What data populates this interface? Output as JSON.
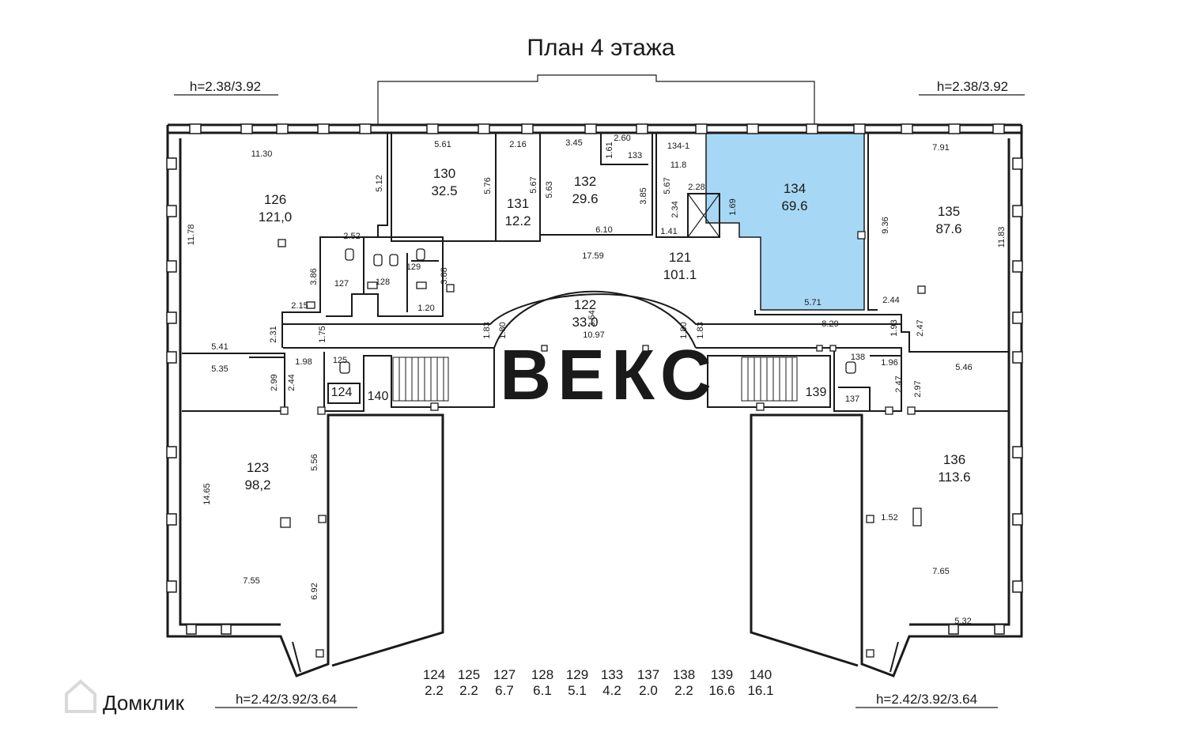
{
  "title": "План 4 этажа",
  "heights": {
    "top_left": "h=2.38/3.92",
    "top_right": "h=2.38/3.92",
    "bottom_left": "h=2.42/3.92/3.64",
    "bottom_right": "h=2.42/3.92/3.64"
  },
  "highlight_color": "#a6d8f5",
  "rooms": [
    {
      "number": "126",
      "area": "121,0"
    },
    {
      "number": "130",
      "area": "32.5"
    },
    {
      "number": "131",
      "area": "12.2"
    },
    {
      "number": "132",
      "area": "29.6"
    },
    {
      "number": "133",
      "area": ""
    },
    {
      "number": "134-1",
      "area": "11.8"
    },
    {
      "number": "134",
      "area": "69.6"
    },
    {
      "number": "135",
      "area": "87.6"
    },
    {
      "number": "121",
      "area": "101.1"
    },
    {
      "number": "122",
      "area": "33.0"
    },
    {
      "number": "123",
      "area": "98,2"
    },
    {
      "number": "136",
      "area": "113.6"
    },
    {
      "number": "127",
      "area": ""
    },
    {
      "number": "128",
      "area": ""
    },
    {
      "number": "129",
      "area": ""
    },
    {
      "number": "124",
      "area": ""
    },
    {
      "number": "125",
      "area": ""
    },
    {
      "number": "140",
      "area": ""
    },
    {
      "number": "139",
      "area": ""
    },
    {
      "number": "137",
      "area": ""
    },
    {
      "number": "138",
      "area": ""
    }
  ],
  "dimensions": [
    "11.30",
    "5.61",
    "2.16",
    "3.45",
    "2.60",
    "1.61",
    "7.91",
    "5.12",
    "5.76",
    "5.67",
    "5.63",
    "3.85",
    "5.67",
    "2.28",
    "2.34",
    "1.69",
    "1.41",
    "9.36",
    "11.78",
    "11.83",
    "6.10",
    "17.59",
    "2.52",
    "3.86",
    "3.88",
    "1.20",
    "2.15",
    "2.31",
    "1.75",
    "3.54",
    "1.83",
    "1.80",
    "10.97",
    "1.80",
    "1.83",
    "8.29",
    "2.44",
    "5.71",
    "1.93",
    "2.47",
    "5.41",
    "5.35",
    "1.98",
    "2.99",
    "2.44",
    "1.96",
    "2.47",
    "2.97",
    "5.46",
    "5.56",
    "14.65",
    "6.92",
    "7.55",
    "1.52",
    "7.65",
    "5.32"
  ],
  "summary": [
    {
      "number": "124",
      "area": "2.2"
    },
    {
      "number": "125",
      "area": "2.2"
    },
    {
      "number": "127",
      "area": "6.7"
    },
    {
      "number": "128",
      "area": "6.1"
    },
    {
      "number": "129",
      "area": "5.1"
    },
    {
      "number": "133",
      "area": "4.2"
    },
    {
      "number": "137",
      "area": "2.0"
    },
    {
      "number": "138",
      "area": "2.2"
    },
    {
      "number": "139",
      "area": "16.6"
    },
    {
      "number": "140",
      "area": "16.1"
    }
  ],
  "watermark": "ВЕКС",
  "logo": "Домклик"
}
